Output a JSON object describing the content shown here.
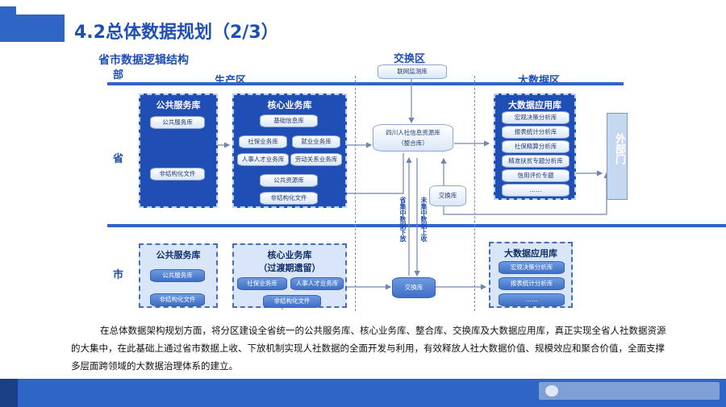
{
  "title": "4.2总体数据规划（2/3）",
  "subtitle": "省市数据逻辑结构",
  "zones": {
    "bu": "部",
    "production": "生产区",
    "exchange": "交换区",
    "bigdata": "大数据区",
    "province": "省",
    "city": "市"
  },
  "exchange_top": {
    "internet_monitor": "联网监测库"
  },
  "prov_public": {
    "title": "公共服务库",
    "items": [
      "公共服务库",
      "非结构化文件"
    ]
  },
  "prov_core": {
    "title": "核心业务库",
    "items": [
      "基础信息库",
      "社保业务库",
      "就业业务库",
      "人事人才业务库",
      "劳动关系业务库",
      "公共资源库",
      "非结构化文件"
    ]
  },
  "central": {
    "line1": "四川人社信息资源库",
    "line2": "（整合库）"
  },
  "prov_exchange": "交换库",
  "prov_bigdata": {
    "title": "大数据应用库",
    "items": [
      "宏观决策分析库",
      "报表统计分析库",
      "社保精算分析库",
      "精准扶贫专题分析库",
      "信用评价专题",
      "……"
    ]
  },
  "external": "外部门",
  "flow_labels": {
    "down": "省集中数据下放",
    "up": "未集中数据上收"
  },
  "city_public": {
    "title": "公共服务库",
    "items": [
      "公共服务库",
      "非结构化文件"
    ]
  },
  "city_core": {
    "title": "核心业务库",
    "subtitle": "（过渡期遗留）",
    "items": [
      "社保业务库",
      "人事人才业务库",
      "非结构化文件"
    ]
  },
  "city_exchange": "交换库",
  "city_bigdata": {
    "title": "大数据应用库",
    "items": [
      "宏观决策分析库",
      "报表统计分析库",
      "……"
    ]
  },
  "paragraph": "在总体数据架构规划方面，将分区建设全省统一的公共服务库、核心业务库、整合库、交换库及大数据应用库，真正实现全省人社数据资源的大集中，在此基础上通过省市数据上收、下放机制实现人社数据的全面开发与利用，有效释放人社大数据价值、规模效应和聚合价值，全面支撑多层面跨领域的大数据治理体系的建立。",
  "colors": {
    "primary": "#2f66c5",
    "dark": "#1f4fb4",
    "light_box": "#d9e6f9"
  }
}
